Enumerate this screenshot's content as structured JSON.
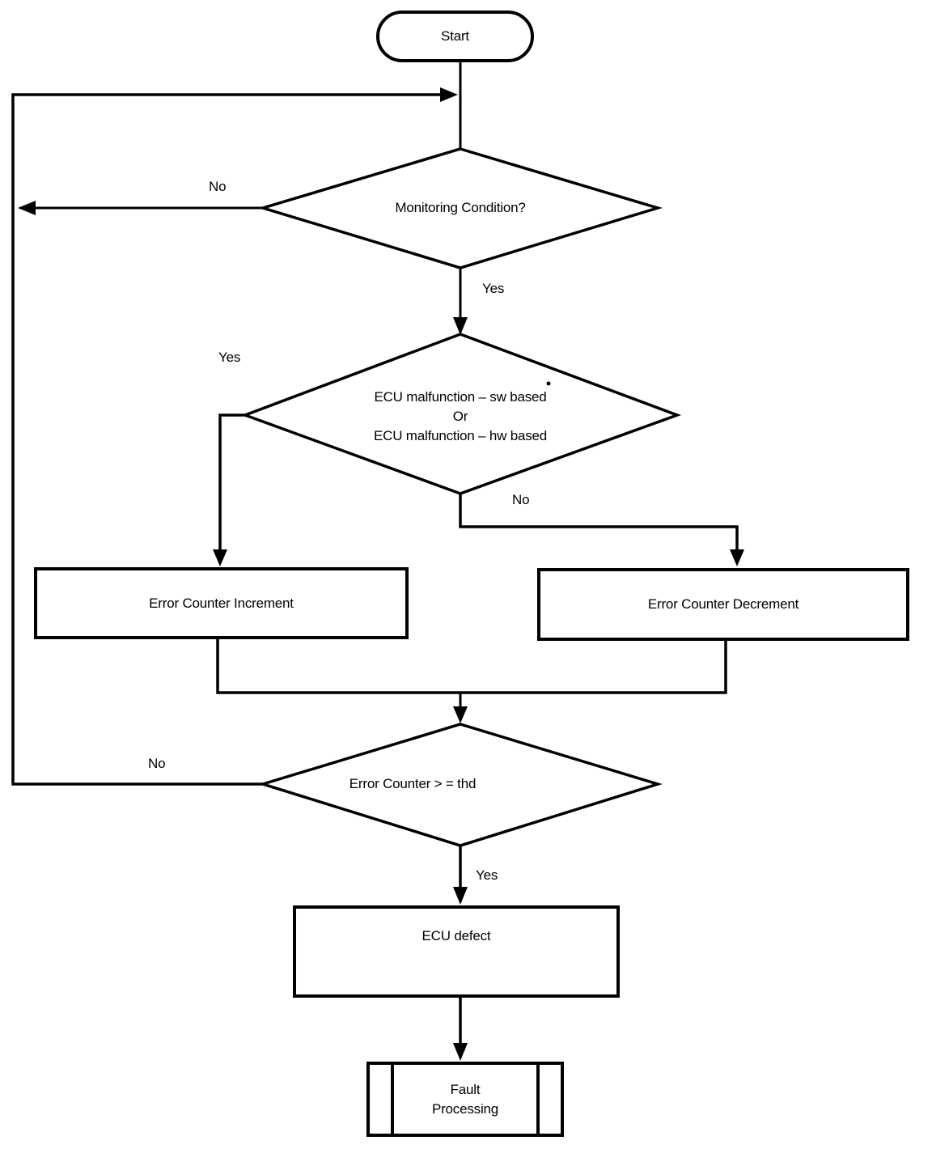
{
  "nodes": {
    "start": {
      "label": "Start"
    },
    "monitoring_condition": {
      "label": "Monitoring Condition?"
    },
    "ecu_malfunction": {
      "line1": "ECU malfunction – sw based",
      "line2": "Or",
      "line3": "ECU malfunction – hw based"
    },
    "error_counter_increment": {
      "label": "Error Counter Increment"
    },
    "error_counter_decrement": {
      "label": "Error Counter Decrement"
    },
    "error_counter_threshold": {
      "label": "Error Counter > = thd"
    },
    "ecu_defect": {
      "label": "ECU defect"
    },
    "fault_processing": {
      "line1": "Fault",
      "line2": "Processing"
    }
  },
  "edges": {
    "monitoring_no": "No",
    "monitoring_yes": "Yes",
    "malfunction_yes": "Yes",
    "malfunction_no": "No",
    "threshold_no": "No",
    "threshold_yes": "Yes"
  },
  "colors": {
    "line": "#000000",
    "background": "#ffffff"
  }
}
